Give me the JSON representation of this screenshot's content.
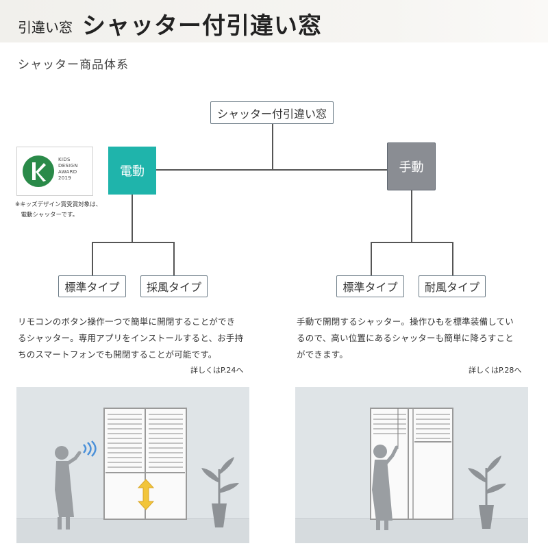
{
  "header": {
    "category": "引違い窓",
    "title": "シャッター付引違い窓"
  },
  "section_title": "シャッター商品体系",
  "diagram": {
    "root": "シャッター付引違い窓",
    "electric": {
      "label": "電動",
      "types": [
        "標準タイプ",
        "採風タイプ"
      ]
    },
    "manual": {
      "label": "手動",
      "types": [
        "標準タイプ",
        "耐風タイプ"
      ]
    }
  },
  "award": {
    "lines": [
      "KIDS",
      "DESIGN",
      "AWARD",
      "2019"
    ],
    "note_lines": [
      "※キッズデザイン賞受賞対象は、",
      "　電動シャッターです。"
    ]
  },
  "descriptions": {
    "electric": {
      "lines": [
        "リモコンのボタン操作一つで簡単に開閉することができ",
        "るシャッター。専用アプリをインストールすると、お手持",
        "ちのスマートフォンでも開閉することが可能です。"
      ],
      "ref": "詳しくはP.24へ"
    },
    "manual": {
      "lines": [
        "手動で開閉するシャッター。操作ひもを標準装備してい",
        "るので、高い位置にあるシャッターも簡単に降ろすこと",
        "ができます。"
      ],
      "ref": "詳しくはP.28へ"
    }
  },
  "colors": {
    "electric": "#1fb4ab",
    "manual": "#8a8d93",
    "award_logo": "#2a8a49",
    "arrow": "#f2c53a"
  },
  "icons": {
    "award_logo": "kids-design-award-logo",
    "remote_signal": "signal-waves-icon",
    "updown_arrow": "up-down-arrow-icon"
  }
}
